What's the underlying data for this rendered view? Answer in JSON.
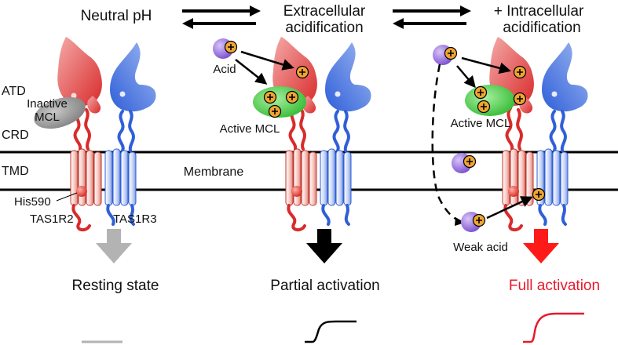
{
  "panels": [
    {
      "title": "Neutral pH",
      "outcome": "Resting state",
      "outcome_color": "#111111",
      "arrow_color": "#b3b3b3"
    },
    {
      "title_line1": "Extracellular",
      "title_line2": "acidification",
      "outcome": "Partial activation",
      "outcome_color": "#111111",
      "arrow_color": "#000000"
    },
    {
      "title_line1": "+ Intracellular",
      "title_line2": "acidification",
      "outcome": "Full activation",
      "outcome_color": "#e8192c",
      "arrow_color": "#ff1a1a"
    }
  ],
  "domains": {
    "atd": "ATD",
    "crd": "CRD",
    "tmd": "TMD"
  },
  "labels": {
    "inactive_mcl_1": "Inactive",
    "inactive_mcl_2": "MCL",
    "membrane": "Membrane",
    "his590": "His590",
    "tas1r2": "TAS1R2",
    "tas1r3": "TAS1R3",
    "acid": "Acid",
    "active_mcl_2": "Active MCL",
    "active_mcl_3": "Active MCL",
    "weak_acid": "Weak acid",
    "proton": "+"
  },
  "colors": {
    "tas1r2": "#e03a3a",
    "tas1r3": "#3a6fe0",
    "mcl_active": "#3ec93e",
    "mcl_inactive": "#8a8a8a",
    "acid_ball": "#9b6fe0",
    "proton": "#f0a531"
  }
}
